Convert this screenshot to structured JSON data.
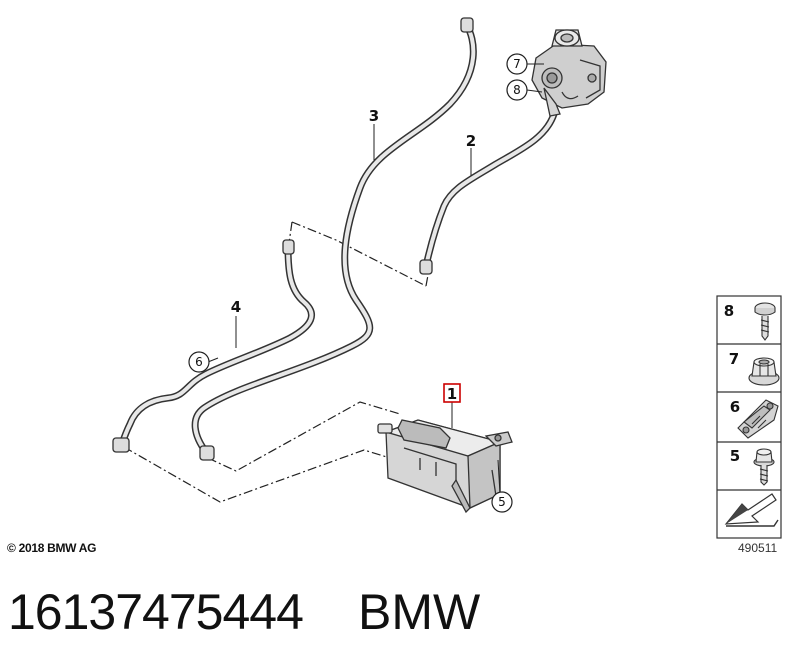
{
  "diagram": {
    "callouts": {
      "c1": "1",
      "c2": "2",
      "c3": "3",
      "c4": "4",
      "c5": "5",
      "c6": "6",
      "c7": "7",
      "c8": "8"
    },
    "legend": {
      "items": [
        {
          "label": "8",
          "icon": "screw-icon"
        },
        {
          "label": "7",
          "icon": "collar-nut-icon"
        },
        {
          "label": "6",
          "icon": "clip-holder-icon"
        },
        {
          "label": "5",
          "icon": "bolt-icon"
        }
      ],
      "footer_icon": "arrow-icon"
    },
    "highlight_color": "#cc0000"
  },
  "footer": {
    "copyright": "© 2018 BMW AG",
    "diagram_id": "490511"
  },
  "caption": {
    "part_number": "16137475444",
    "brand": "BMW"
  }
}
